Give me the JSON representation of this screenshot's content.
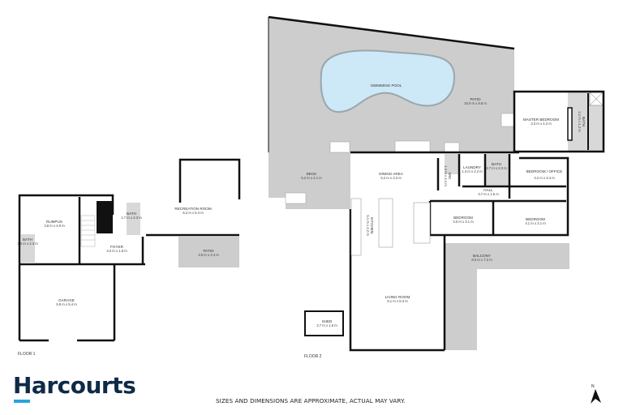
{
  "brand": {
    "name": "Harcourts",
    "text_color": "#0e2a47",
    "accent_color": "#29a3dd"
  },
  "disclaimer": "SIZES AND DIMENSIONS ARE APPROXIMATE, ACTUAL MAY VARY.",
  "north_arrow": {
    "label": "N"
  },
  "colors": {
    "wall": "#111111",
    "outdoor": "#cdcdcd",
    "pool": "#cde8f6",
    "pool_edge": "#9aa6ad",
    "wet_area": "#d8d8d8"
  },
  "floor1": {
    "label": "FLOOR 1",
    "rooms": [
      {
        "name": "RUMPUS",
        "dims": "3.8 m x 4.9 m"
      },
      {
        "name": "BATH",
        "dims": "1.5 m x 2.3 m"
      },
      {
        "name": "BATH",
        "dims": "1.7 m x 2.3 m"
      },
      {
        "name": "FOYER",
        "dims": "4.0 m x 1.8 m"
      },
      {
        "name": "RECREATION ROOM",
        "dims": "6.2 m x 5.4 m"
      },
      {
        "name": "PATIO",
        "dims": "3.9 m x 2.4 m"
      },
      {
        "name": "GARAGE",
        "dims": "5.9 m x 5.4 m"
      }
    ]
  },
  "floor2": {
    "label": "FLOOR 2",
    "rooms": [
      {
        "name": "SWIMMING POOL",
        "dims": ""
      },
      {
        "name": "PATIO",
        "dims": "16.0 m x 9.8 m"
      },
      {
        "name": "MASTER BEDROOM",
        "dims": "3.3 m x 4.2 m"
      },
      {
        "name": "BATH",
        "dims": "2.2 m x 4.2 m"
      },
      {
        "name": "DECK",
        "dims": "5.2 m x 4.1 m"
      },
      {
        "name": "DINING AREA",
        "dims": "5.2 m x 3.3 m"
      },
      {
        "name": "WIC",
        "dims": "1.4 m x 2.4 m"
      },
      {
        "name": "LAUNDRY",
        "dims": "1.4 m x 2.2 m"
      },
      {
        "name": "BATH",
        "dims": "2.7 m x 2.3 m"
      },
      {
        "name": "BEDROOM / OFFICE",
        "dims": "3.2 m x 3.4 m"
      },
      {
        "name": "HALL",
        "dims": "3.7 m x 1.5 m"
      },
      {
        "name": "KITCHEN",
        "dims": "5.1 m x 4.2 m"
      },
      {
        "name": "BEDROOM",
        "dims": "4.0 m x 3.1 m"
      },
      {
        "name": "BEDROOM",
        "dims": "4.1 m x 3.1 m"
      },
      {
        "name": "BALCONY",
        "dims": "8.0 m x 7.2 m"
      },
      {
        "name": "LIVING ROOM",
        "dims": "6.1 m x 6.3 m"
      },
      {
        "name": "SHED",
        "dims": "2.7 m x 1.6 m"
      }
    ]
  }
}
